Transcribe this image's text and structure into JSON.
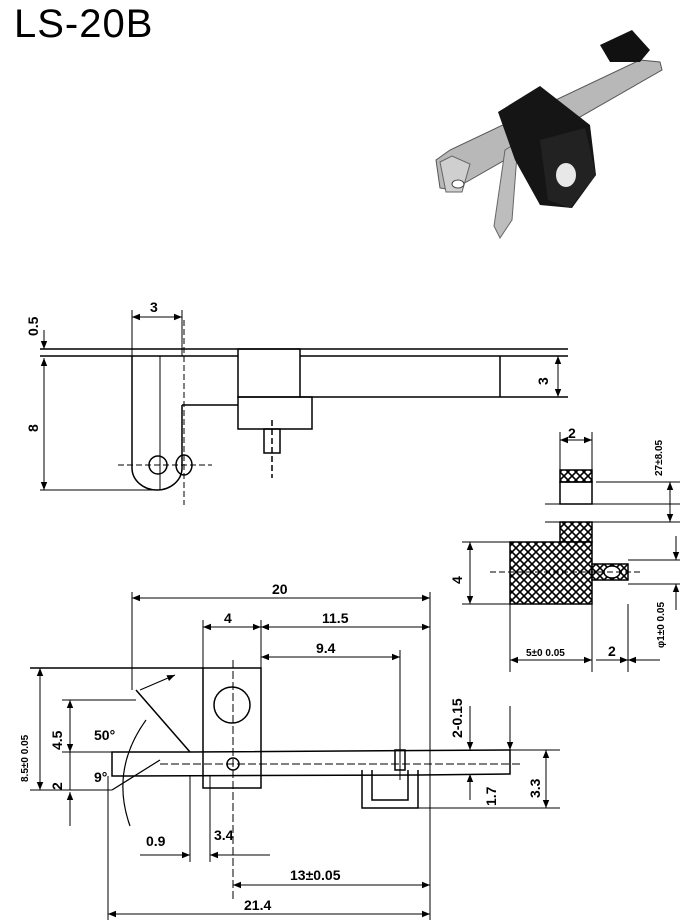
{
  "title": "LS-20B",
  "photo": {
    "icon": "switch-photo-icon"
  },
  "side_view": {
    "dims": {
      "top_gap": "0.5",
      "top_width": "3",
      "height": "8",
      "right_height": "3"
    }
  },
  "end_view": {
    "dims": {
      "width": "2",
      "top_tol": "27±8.05",
      "height": "4",
      "hole": "φ1±0 0.05",
      "base": "5±0 0.05",
      "base_right": "2"
    }
  },
  "top_view": {
    "dims": {
      "d20": "20",
      "d4": "4",
      "d11_5": "11.5",
      "d9_4": "9.4",
      "d8_5": "8.5±0 0.05",
      "d4_5": "4.5",
      "angle50": "50°",
      "d2": "2",
      "angle9": "9°",
      "d2_015": "2-0.15",
      "d1_7": "1.7",
      "d3_3": "3.3",
      "d0_9": "0.9",
      "d3_4": "3.4",
      "d13": "13±0.05",
      "d21_4": "21.4"
    }
  }
}
